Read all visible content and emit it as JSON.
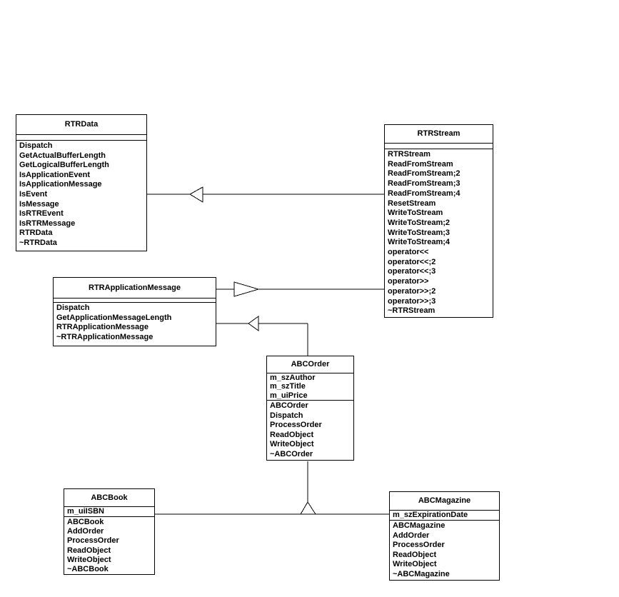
{
  "diagram": {
    "kind": "uml-class-diagram",
    "background_color": "#ffffff",
    "line_color": "#000000",
    "text_color": "#000000"
  },
  "classes": [
    {
      "name": "RTRData",
      "attributes": [],
      "methods": [
        "Dispatch",
        "GetActualBufferLength",
        "GetLogicalBufferLength",
        "IsApplicationEvent",
        "IsApplicationMessage",
        "IsEvent",
        "IsMessage",
        "IsRTREvent",
        "IsRTRMessage",
        "RTRData",
        "~RTRData"
      ]
    },
    {
      "name": "RTRStream",
      "attributes": [],
      "methods": [
        "RTRStream",
        "ReadFromStream",
        "ReadFromStream;2",
        "ReadFromStream;3",
        "ReadFromStream;4",
        "ResetStream",
        "WriteToStream",
        "WriteToStream;2",
        "WriteToStream;3",
        "WriteToStream;4",
        "operator<<",
        "operator<<;2",
        "operator<<;3",
        "operator>>",
        "operator>>;2",
        "operator>>;3",
        "~RTRStream"
      ]
    },
    {
      "name": "RTRApplicationMessage",
      "attributes": [],
      "methods": [
        "Dispatch",
        "GetApplicationMessageLength",
        "RTRApplicationMessage",
        "~RTRApplicationMessage"
      ]
    },
    {
      "name": "ABCOrder",
      "attributes": [
        "m_szAuthor",
        "m_szTitle",
        "m_uiPrice"
      ],
      "methods": [
        "ABCOrder",
        "Dispatch",
        "ProcessOrder",
        "ReadObject",
        "WriteObject",
        "~ABCOrder"
      ]
    },
    {
      "name": "ABCBook",
      "attributes": [
        "m_uiISBN"
      ],
      "methods": [
        "ABCBook",
        "AddOrder",
        "ProcessOrder",
        "ReadObject",
        "WriteObject",
        "~ABCBook"
      ]
    },
    {
      "name": "ABCMagazine",
      "attributes": [
        "m_szExpirationDate"
      ],
      "methods": [
        "ABCMagazine",
        "AddOrder",
        "ProcessOrder",
        "ReadObject",
        "WriteObject",
        "~ABCMagazine"
      ]
    }
  ],
  "relationships": [
    {
      "type": "generalization",
      "from": "RTRStream",
      "to": "RTRData",
      "arrowhead": "hollow-triangle-pointing-left-at-RTRData"
    },
    {
      "type": "generalization",
      "from": "RTRApplicationMessage",
      "to": "RTRStream",
      "arrowhead": "hollow-triangle-pointing-right-at-RTRStream"
    },
    {
      "type": "generalization",
      "from": "ABCOrder",
      "to": "RTRApplicationMessage",
      "arrowhead": "hollow-triangle-pointing-left-at-RTRApplicationMessage"
    },
    {
      "type": "generalization",
      "from": "ABCBook",
      "to": "ABCOrder",
      "arrowhead": "hollow-triangle-pointing-up-at-ABCOrder"
    },
    {
      "type": "generalization",
      "from": "ABCMagazine",
      "to": "ABCOrder",
      "arrowhead": "hollow-triangle-pointing-up-at-ABCOrder"
    }
  ]
}
